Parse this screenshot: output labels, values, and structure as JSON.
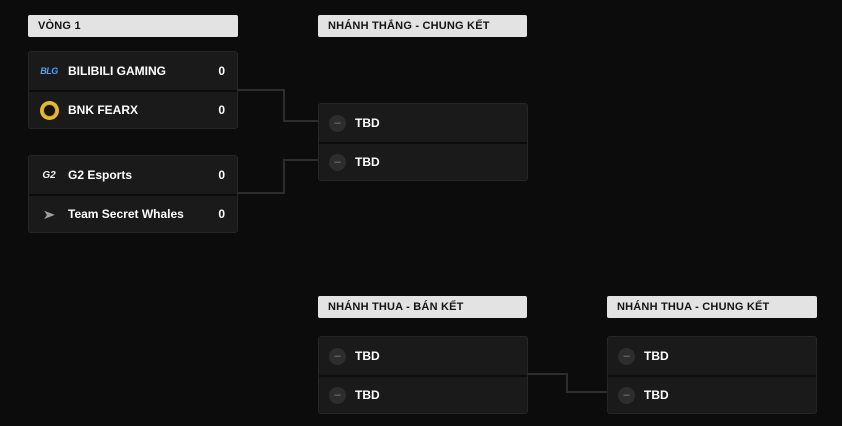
{
  "colors": {
    "background": "#0c0c0c",
    "header_bg": "#e3e3e3",
    "header_text": "#141414",
    "match_bg": "#1a1a1a",
    "team_text": "#ffffff",
    "connector": "#2d2d2d",
    "blg_blue": "#4aa3ff",
    "bnk_yellow": "#e8b92e"
  },
  "sections": {
    "round1": {
      "title": "VÒNG 1"
    },
    "winners_final": {
      "title": "NHÁNH THẮNG - CHUNG KẾT"
    },
    "losers_semi": {
      "title": "NHÁNH THUA - BÁN KẾT"
    },
    "losers_final": {
      "title": "NHÁNH THUA - CHUNG KẾT"
    }
  },
  "matches": {
    "round1_match1": {
      "team1": {
        "name": "BILIBILI GAMING",
        "score": "0"
      },
      "team2": {
        "name": "BNK FEARX",
        "score": "0"
      }
    },
    "round1_match2": {
      "team1": {
        "name": "G2 Esports",
        "score": "0"
      },
      "team2": {
        "name": "Team Secret Whales",
        "score": "0"
      }
    },
    "winners_final": {
      "team1": {
        "name": "TBD"
      },
      "team2": {
        "name": "TBD"
      }
    },
    "losers_semi": {
      "team1": {
        "name": "TBD"
      },
      "team2": {
        "name": "TBD"
      }
    },
    "losers_final": {
      "team1": {
        "name": "TBD"
      },
      "team2": {
        "name": "TBD"
      }
    }
  },
  "icons": {
    "tbd_glyph": "–",
    "blg_text": "BLG",
    "g2_text": "G2",
    "secret_glyph": "➤"
  }
}
